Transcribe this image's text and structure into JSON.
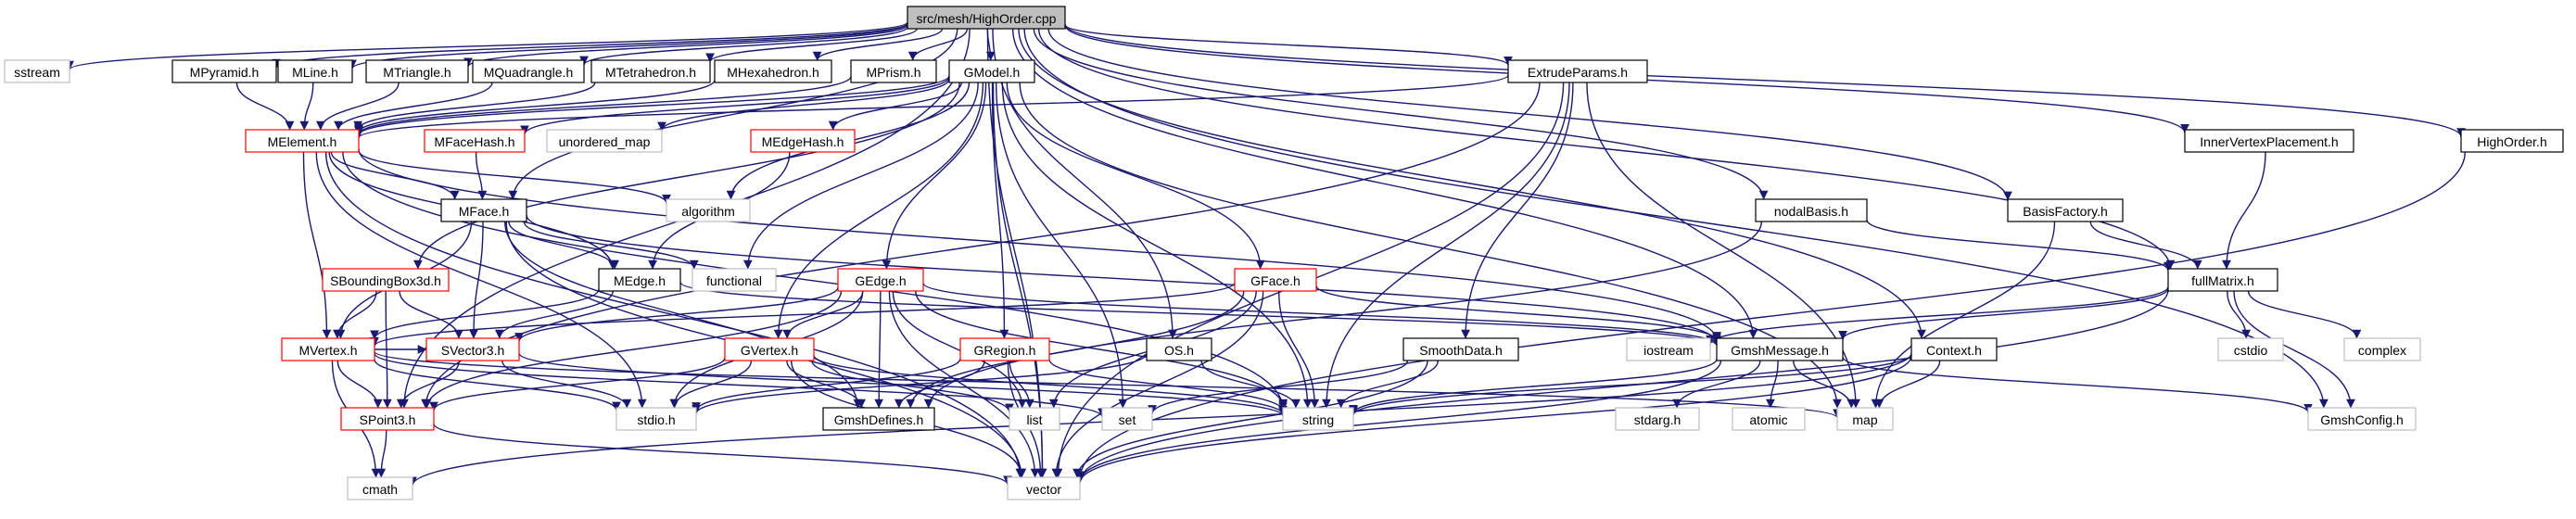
{
  "diagram": {
    "type": "include-dependency-graph",
    "root": "src/mesh/HighOrder.cpp",
    "colors": {
      "edge": "#191970",
      "root_fill": "#bfbfbf",
      "root_border": "#000000",
      "file_border": "#000000",
      "file_fill": "#ffffff",
      "undocumented_border": "#ff0000",
      "external_border": "#bfbfbf",
      "external_text": "#000000"
    },
    "nodes": [
      {
        "id": "root",
        "label": "src/mesh/HighOrder.cpp",
        "kind": "root"
      },
      {
        "id": "sstream",
        "label": "sstream",
        "kind": "external"
      },
      {
        "id": "mpyramid",
        "label": "MPyramid.h",
        "kind": "file"
      },
      {
        "id": "mline",
        "label": "MLine.h",
        "kind": "file"
      },
      {
        "id": "mtriangle",
        "label": "MTriangle.h",
        "kind": "file"
      },
      {
        "id": "mquadrangle",
        "label": "MQuadrangle.h",
        "kind": "file"
      },
      {
        "id": "mtetrahedron",
        "label": "MTetrahedron.h",
        "kind": "file"
      },
      {
        "id": "mhexahedron",
        "label": "MHexahedron.h",
        "kind": "file"
      },
      {
        "id": "mprism",
        "label": "MPrism.h",
        "kind": "file"
      },
      {
        "id": "gmodel",
        "label": "GModel.h",
        "kind": "file"
      },
      {
        "id": "extrudeparams",
        "label": "ExtrudeParams.h",
        "kind": "file"
      },
      {
        "id": "innervertex",
        "label": "InnerVertexPlacement.h",
        "kind": "file"
      },
      {
        "id": "highorder",
        "label": "HighOrder.h",
        "kind": "file"
      },
      {
        "id": "melement",
        "label": "MElement.h",
        "kind": "undocumented"
      },
      {
        "id": "mfacehash",
        "label": "MFaceHash.h",
        "kind": "undocumented"
      },
      {
        "id": "unordered_map",
        "label": "unordered_map",
        "kind": "external"
      },
      {
        "id": "medgehash",
        "label": "MEdgeHash.h",
        "kind": "undocumented"
      },
      {
        "id": "algorithm",
        "label": "algorithm",
        "kind": "external"
      },
      {
        "id": "nodalbasis",
        "label": "nodalBasis.h",
        "kind": "file"
      },
      {
        "id": "basisfactory",
        "label": "BasisFactory.h",
        "kind": "file"
      },
      {
        "id": "mface",
        "label": "MFace.h",
        "kind": "file"
      },
      {
        "id": "functional",
        "label": "functional",
        "kind": "external"
      },
      {
        "id": "sboundingbox",
        "label": "SBoundingBox3d.h",
        "kind": "undocumented"
      },
      {
        "id": "medge",
        "label": "MEdge.h",
        "kind": "file"
      },
      {
        "id": "gedge",
        "label": "GEdge.h",
        "kind": "undocumented"
      },
      {
        "id": "gface",
        "label": "GFace.h",
        "kind": "undocumented"
      },
      {
        "id": "fullmatrix",
        "label": "fullMatrix.h",
        "kind": "file"
      },
      {
        "id": "mvertex",
        "label": "MVertex.h",
        "kind": "undocumented"
      },
      {
        "id": "svector3",
        "label": "SVector3.h",
        "kind": "undocumented"
      },
      {
        "id": "iostream",
        "label": "iostream",
        "kind": "external"
      },
      {
        "id": "gmshmessage",
        "label": "GmshMessage.h",
        "kind": "file"
      },
      {
        "id": "cstdio",
        "label": "cstdio",
        "kind": "external"
      },
      {
        "id": "complex",
        "label": "complex",
        "kind": "external"
      },
      {
        "id": "gvertex",
        "label": "GVertex.h",
        "kind": "undocumented"
      },
      {
        "id": "gregion",
        "label": "GRegion.h",
        "kind": "undocumented"
      },
      {
        "id": "osh",
        "label": "OS.h",
        "kind": "file"
      },
      {
        "id": "smoothdata",
        "label": "SmoothData.h",
        "kind": "file"
      },
      {
        "id": "context",
        "label": "Context.h",
        "kind": "file"
      },
      {
        "id": "spoint3",
        "label": "SPoint3.h",
        "kind": "undocumented"
      },
      {
        "id": "stdio",
        "label": "stdio.h",
        "kind": "external"
      },
      {
        "id": "gmshdefines",
        "label": "GmshDefines.h",
        "kind": "file"
      },
      {
        "id": "list",
        "label": "list",
        "kind": "external"
      },
      {
        "id": "set",
        "label": "set",
        "kind": "external"
      },
      {
        "id": "string",
        "label": "string",
        "kind": "external"
      },
      {
        "id": "stdarg",
        "label": "stdarg.h",
        "kind": "external"
      },
      {
        "id": "atomic",
        "label": "atomic",
        "kind": "external"
      },
      {
        "id": "map",
        "label": "map",
        "kind": "external"
      },
      {
        "id": "gmshconfig",
        "label": "GmshConfig.h",
        "kind": "external"
      },
      {
        "id": "cmath",
        "label": "cmath",
        "kind": "external"
      },
      {
        "id": "vector",
        "label": "vector",
        "kind": "external"
      }
    ],
    "edges": [
      [
        "root",
        "sstream"
      ],
      [
        "root",
        "mpyramid"
      ],
      [
        "root",
        "mline"
      ],
      [
        "root",
        "mtriangle"
      ],
      [
        "root",
        "mquadrangle"
      ],
      [
        "root",
        "mtetrahedron"
      ],
      [
        "root",
        "mhexahedron"
      ],
      [
        "root",
        "mprism"
      ],
      [
        "root",
        "gmodel"
      ],
      [
        "root",
        "extrudeparams"
      ],
      [
        "root",
        "innervertex"
      ],
      [
        "root",
        "highorder"
      ],
      [
        "root",
        "nodalbasis"
      ],
      [
        "root",
        "basisfactory"
      ],
      [
        "root",
        "fullmatrix"
      ],
      [
        "root",
        "osh"
      ],
      [
        "root",
        "context"
      ],
      [
        "root",
        "gmshmessage"
      ],
      [
        "root",
        "gmshconfig"
      ],
      [
        "root",
        "mface"
      ],
      [
        "root",
        "vector"
      ],
      [
        "root",
        "spoint3"
      ],
      [
        "mpyramid",
        "melement"
      ],
      [
        "mline",
        "melement"
      ],
      [
        "mtriangle",
        "melement"
      ],
      [
        "mquadrangle",
        "melement"
      ],
      [
        "mtetrahedron",
        "melement"
      ],
      [
        "mhexahedron",
        "melement"
      ],
      [
        "mprism",
        "melement"
      ],
      [
        "gmodel",
        "melement"
      ],
      [
        "gmodel",
        "mfacehash"
      ],
      [
        "gmodel",
        "unordered_map"
      ],
      [
        "gmodel",
        "medgehash"
      ],
      [
        "gmodel",
        "algorithm"
      ],
      [
        "gmodel",
        "functional"
      ],
      [
        "gmodel",
        "sboundingbox"
      ],
      [
        "gmodel",
        "gedge"
      ],
      [
        "gmodel",
        "gface"
      ],
      [
        "gmodel",
        "gvertex"
      ],
      [
        "gmodel",
        "gregion"
      ],
      [
        "gmodel",
        "set"
      ],
      [
        "gmodel",
        "string"
      ],
      [
        "gmodel",
        "map"
      ],
      [
        "gmodel",
        "vector"
      ],
      [
        "extrudeparams",
        "melement"
      ],
      [
        "extrudeparams",
        "smoothdata"
      ],
      [
        "extrudeparams",
        "string"
      ],
      [
        "extrudeparams",
        "map"
      ],
      [
        "extrudeparams",
        "vector"
      ],
      [
        "extrudeparams",
        "spoint3"
      ],
      [
        "innervertex",
        "fullmatrix"
      ],
      [
        "highorder",
        "vector"
      ],
      [
        "melement",
        "mface"
      ],
      [
        "melement",
        "medge"
      ],
      [
        "melement",
        "mvertex"
      ],
      [
        "melement",
        "algorithm"
      ],
      [
        "melement",
        "string"
      ],
      [
        "melement",
        "gmshmessage"
      ],
      [
        "melement",
        "stdio"
      ],
      [
        "melement",
        "vector"
      ],
      [
        "mfacehash",
        "mface"
      ],
      [
        "medgehash",
        "medge"
      ],
      [
        "nodalbasis",
        "fullmatrix"
      ],
      [
        "nodalbasis",
        "gmshdefines"
      ],
      [
        "basisfactory",
        "fullmatrix"
      ],
      [
        "basisfactory",
        "map"
      ],
      [
        "mface",
        "mvertex"
      ],
      [
        "mface",
        "medge"
      ],
      [
        "mface",
        "svector3"
      ],
      [
        "mface",
        "functional"
      ],
      [
        "mface",
        "gmshdefines"
      ],
      [
        "mface",
        "gmshmessage"
      ],
      [
        "mface",
        "vector"
      ],
      [
        "sboundingbox",
        "mvertex"
      ],
      [
        "sboundingbox",
        "svector3"
      ],
      [
        "sboundingbox",
        "spoint3"
      ],
      [
        "medge",
        "mvertex"
      ],
      [
        "medge",
        "svector3"
      ],
      [
        "medge",
        "gmshmessage"
      ],
      [
        "gedge",
        "gvertex"
      ],
      [
        "gedge",
        "svector3"
      ],
      [
        "gedge",
        "gmshdefines"
      ],
      [
        "gedge",
        "stdio"
      ],
      [
        "gedge",
        "list"
      ],
      [
        "gedge",
        "string"
      ],
      [
        "gedge",
        "vector"
      ],
      [
        "gedge",
        "spoint3"
      ],
      [
        "gedge",
        "gmshmessage"
      ],
      [
        "gface",
        "gmshdefines"
      ],
      [
        "gface",
        "gmshmessage"
      ],
      [
        "gface",
        "list"
      ],
      [
        "gface",
        "string"
      ],
      [
        "gface",
        "vector"
      ],
      [
        "gface",
        "mvertex"
      ],
      [
        "fullmatrix",
        "gmshmessage"
      ],
      [
        "fullmatrix",
        "iostream"
      ],
      [
        "fullmatrix",
        "cstdio"
      ],
      [
        "fullmatrix",
        "complex"
      ],
      [
        "fullmatrix",
        "gmshconfig"
      ],
      [
        "fullmatrix",
        "vector"
      ],
      [
        "mvertex",
        "spoint3"
      ],
      [
        "mvertex",
        "svector3"
      ],
      [
        "mvertex",
        "stdio"
      ],
      [
        "mvertex",
        "set"
      ],
      [
        "mvertex",
        "map"
      ],
      [
        "mvertex",
        "cmath"
      ],
      [
        "svector3",
        "spoint3"
      ],
      [
        "svector3",
        "stdio"
      ],
      [
        "svector3",
        "string"
      ],
      [
        "gmshmessage",
        "map"
      ],
      [
        "gmshmessage",
        "vector"
      ],
      [
        "gmshmessage",
        "string"
      ],
      [
        "gmshmessage",
        "stdarg"
      ],
      [
        "gmshmessage",
        "atomic"
      ],
      [
        "gmshmessage",
        "gmshconfig"
      ],
      [
        "gvertex",
        "gmshdefines"
      ],
      [
        "gvertex",
        "spoint3"
      ],
      [
        "gvertex",
        "list"
      ],
      [
        "gvertex",
        "stdio"
      ],
      [
        "gvertex",
        "string"
      ],
      [
        "gvertex",
        "vector"
      ],
      [
        "gregion",
        "gmshdefines"
      ],
      [
        "gregion",
        "list"
      ],
      [
        "gregion",
        "string"
      ],
      [
        "gregion",
        "vector"
      ],
      [
        "gregion",
        "stdio"
      ],
      [
        "osh",
        "stdio"
      ],
      [
        "osh",
        "string"
      ],
      [
        "smoothdata",
        "set"
      ],
      [
        "smoothdata",
        "string"
      ],
      [
        "smoothdata",
        "vector"
      ],
      [
        "context",
        "string"
      ],
      [
        "context",
        "map"
      ],
      [
        "context",
        "vector"
      ],
      [
        "context",
        "cmath"
      ],
      [
        "spoint3",
        "cmath"
      ],
      [
        "spoint3",
        "vector"
      ]
    ]
  }
}
